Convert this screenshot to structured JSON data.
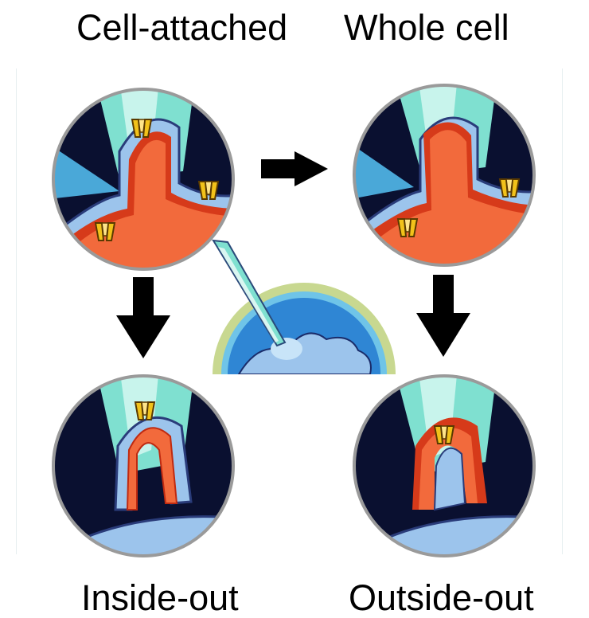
{
  "labels": {
    "cell_attached": "Cell-attached",
    "whole_cell": "Whole cell",
    "inside_out": "Inside-out",
    "outside_out": "Outside-out"
  },
  "colors": {
    "pipette": "#7fe0d0",
    "pipette_light": "#c8f4ec",
    "background_dark": "#0a1030",
    "membrane_blue": "#9cc4ec",
    "membrane_outline": "#2a3c7a",
    "cytoplasm": "#f26a3c",
    "channel": "#f2c21a",
    "arrow": "#000000",
    "dish_outer": "#c8d890",
    "dish_inner": "#2f86d4"
  },
  "icons": {
    "arrow_right": "arrow-right-icon",
    "arrow_down": "arrow-down-icon"
  }
}
